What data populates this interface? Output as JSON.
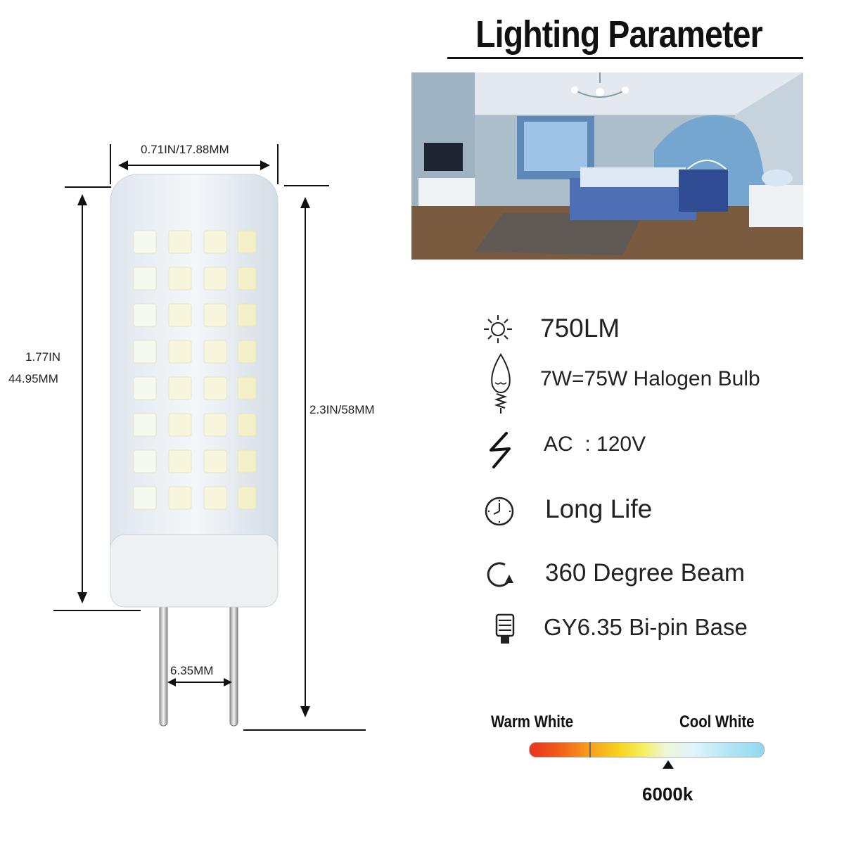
{
  "title": "Lighting Parameter",
  "dimensions": {
    "width": "0.71IN/17.88MM",
    "height_in": "1.77IN",
    "height_mm": "44.95MM",
    "total": "2.3IN/58MM",
    "pin_spacing": "6.35MM"
  },
  "features": [
    {
      "icon": "sun-icon",
      "text": "750LM"
    },
    {
      "icon": "candle-bulb-icon",
      "text": "7W=75W Halogen Bulb"
    },
    {
      "icon": "lightning-icon",
      "text": "AC  : 120V"
    },
    {
      "icon": "clock-icon",
      "text": "Long Life"
    },
    {
      "icon": "rotate-icon",
      "text": "360 Degree Beam"
    },
    {
      "icon": "base-icon",
      "text": "GY6.35 Bi-pin Base"
    }
  ],
  "color_scale": {
    "warm_label": "Warm White",
    "cool_label": "Cool White",
    "selected": "6000k",
    "selected_position": 0.59
  }
}
